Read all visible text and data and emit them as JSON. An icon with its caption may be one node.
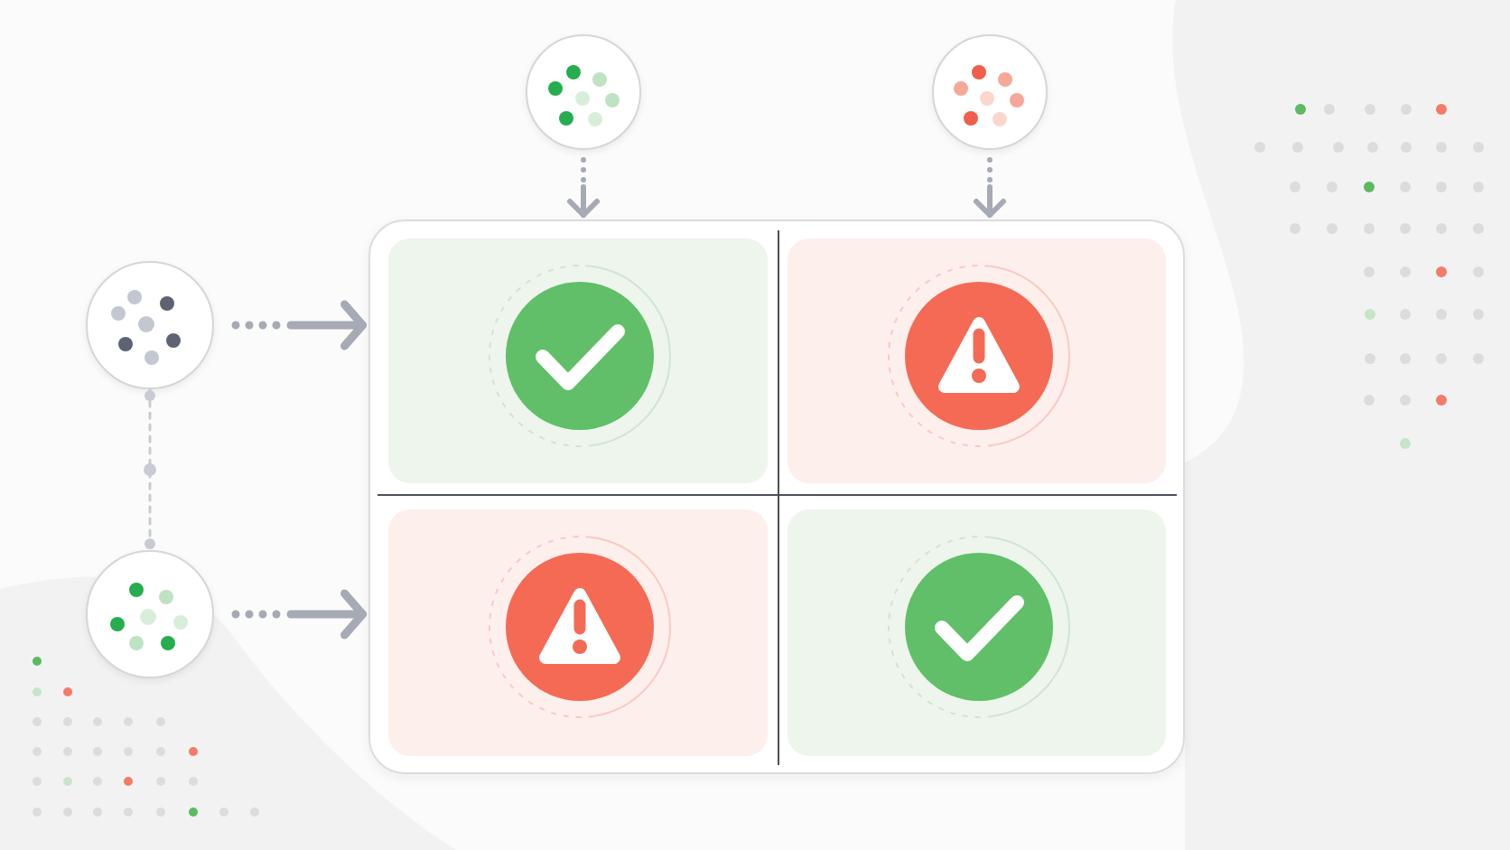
{
  "diagram": {
    "nodes": [
      {
        "text": [],
        "shape": "circle"
      },
      {
        "text": [],
        "shape": "circle"
      },
      {
        "text": [],
        "shape": "circle"
      },
      {
        "text": [],
        "shape": "circle"
      },
      {
        "text": [],
        "shape": "box"
      },
      {
        "text": [],
        "shape": "box",
        "in": 4
      },
      {
        "text": [],
        "shape": "box",
        "in": 4
      },
      {
        "text": [],
        "shape": "box",
        "in": 4
      },
      {
        "text": [],
        "shape": "box",
        "in": 4
      }
    ],
    "edges": [
      {
        "from": 0,
        "to": 4,
        "arrow": "to",
        "style": "dashed"
      },
      {
        "from": 1,
        "to": 4,
        "arrow": "to",
        "style": "dashed"
      },
      {
        "from": 2,
        "to": 4,
        "arrow": "to",
        "style": "dashed"
      },
      {
        "from": 3,
        "to": 4,
        "arrow": "to",
        "style": "dashed"
      },
      {
        "from": 2,
        "to": 3,
        "arrow": "other",
        "style": "dashed",
        "color": "#c8cbd2"
      }
    ]
  }
}
